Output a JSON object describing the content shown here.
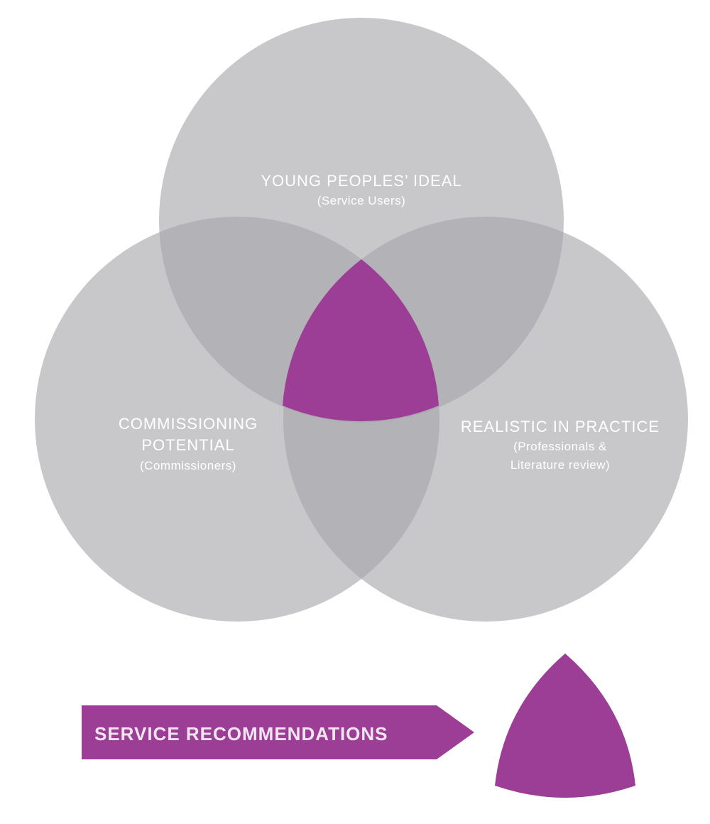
{
  "colors": {
    "circle_fill": "#a6a7ab",
    "center_fill": "#9c3d96",
    "label_text": "#ffffff",
    "arrow_text": "#f1e6f0"
  },
  "circles": [
    {
      "id": "young",
      "title_lines": [
        "YOUNG PEOPLES’ IDEAL"
      ],
      "sub_lines": [
        "(Service Users)"
      ]
    },
    {
      "id": "commissioning",
      "title_lines": [
        "COMMISSIONING",
        "POTENTIAL"
      ],
      "sub_lines": [
        "(Commissioners)"
      ]
    },
    {
      "id": "realistic",
      "title_lines": [
        "REALISTIC IN PRACTICE"
      ],
      "sub_lines": [
        "(Professionals &",
        "Literature review)"
      ]
    }
  ],
  "arrow_label": "SERVICE RECOMMENDATIONS"
}
